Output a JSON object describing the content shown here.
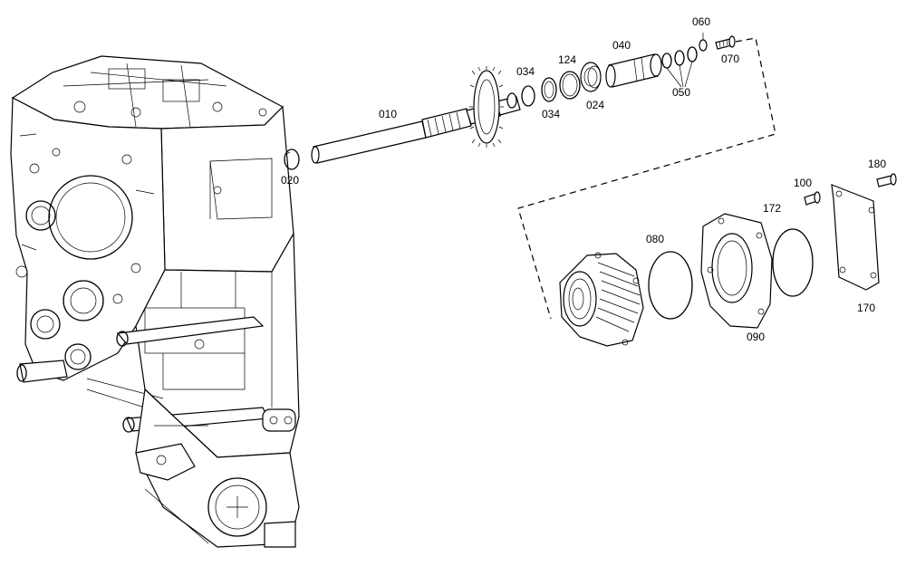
{
  "diagram": {
    "labels": {
      "p010": "010",
      "p020": "020",
      "p024": "024",
      "p034a": "034",
      "p034b": "034",
      "p040": "040",
      "p050": "050",
      "p060": "060",
      "p070": "070",
      "p080": "080",
      "p090": "090",
      "p100": "100",
      "p124": "124",
      "p170": "170",
      "p172": "172",
      "p180": "180"
    }
  }
}
